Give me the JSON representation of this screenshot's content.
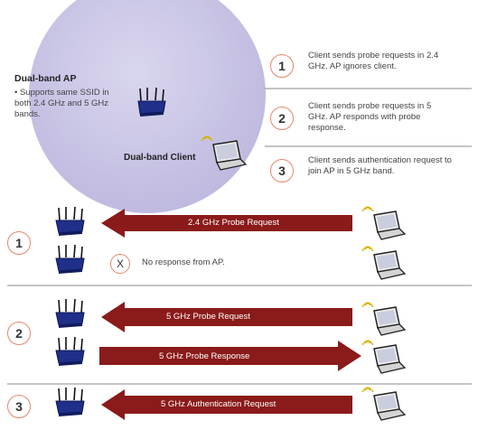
{
  "ap_panel": {
    "title": "Dual-band AP",
    "bullet": "Supports same SSID in both 2.4 GHz and 5 GHz bands.",
    "client_label": "Dual-band Client"
  },
  "steps": [
    {
      "num": "1",
      "text": "Client sends probe requests in 2.4 GHz. AP ignores client."
    },
    {
      "num": "2",
      "text": "Client sends probe requests in 5 GHz. AP responds with probe response."
    },
    {
      "num": "3",
      "text": "Client sends authentication request to join AP in 5 GHz band."
    }
  ],
  "sequence": {
    "row1_num": "1",
    "row2_num": "2",
    "row3_num": "3",
    "x_mark": "X",
    "arrow1": "2.4 GHz Probe Request",
    "no_response": "No response from AP.",
    "arrow2": "5 GHz Probe Request",
    "arrow3": "5 GHz Probe Response",
    "arrow4": "5 GHz Authentication Request"
  },
  "colors": {
    "coverage": "#c9c4e6",
    "arrow": "#8b1a1a",
    "circle_border": "#e8866a",
    "router": "#1f2f8a"
  }
}
